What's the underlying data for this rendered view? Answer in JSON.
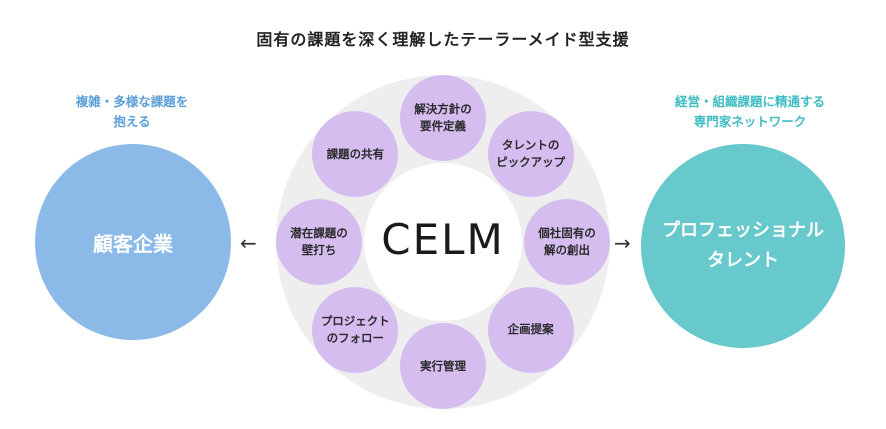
{
  "title": "固有の課題を深く理解したテーラーメイド型支援",
  "left": {
    "caption": [
      "複雑・多様な課題を",
      "抱える"
    ],
    "circle_label": "顧客企業",
    "arrow": "←"
  },
  "right": {
    "caption": [
      "経営・組織課題に精通する",
      "専門家ネットワーク"
    ],
    "circle_label": [
      "プロフェッショナル",
      "タレント"
    ],
    "arrow": "→"
  },
  "center": {
    "logo": "CELM",
    "nodes": [
      {
        "lines": [
          "解決方針の",
          "要件定義"
        ]
      },
      {
        "lines": [
          "タレントの",
          "ピックアップ"
        ]
      },
      {
        "lines": [
          "個社固有の",
          "解の創出"
        ]
      },
      {
        "lines": [
          "企画提案"
        ]
      },
      {
        "lines": [
          "実行管理"
        ]
      },
      {
        "lines": [
          "プロジェクト",
          "のフォロー"
        ]
      },
      {
        "lines": [
          "潜在課題の",
          "壁打ち"
        ]
      },
      {
        "lines": [
          "課題の共有"
        ]
      }
    ]
  },
  "colors": {
    "caption_blue": "#5b9fd8",
    "caption_teal": "#3fbcc3",
    "left_circle": "#8bb9e8",
    "right_circle": "#67c9cc",
    "ring": "#eeeeee",
    "node": "#d5bdf0"
  }
}
